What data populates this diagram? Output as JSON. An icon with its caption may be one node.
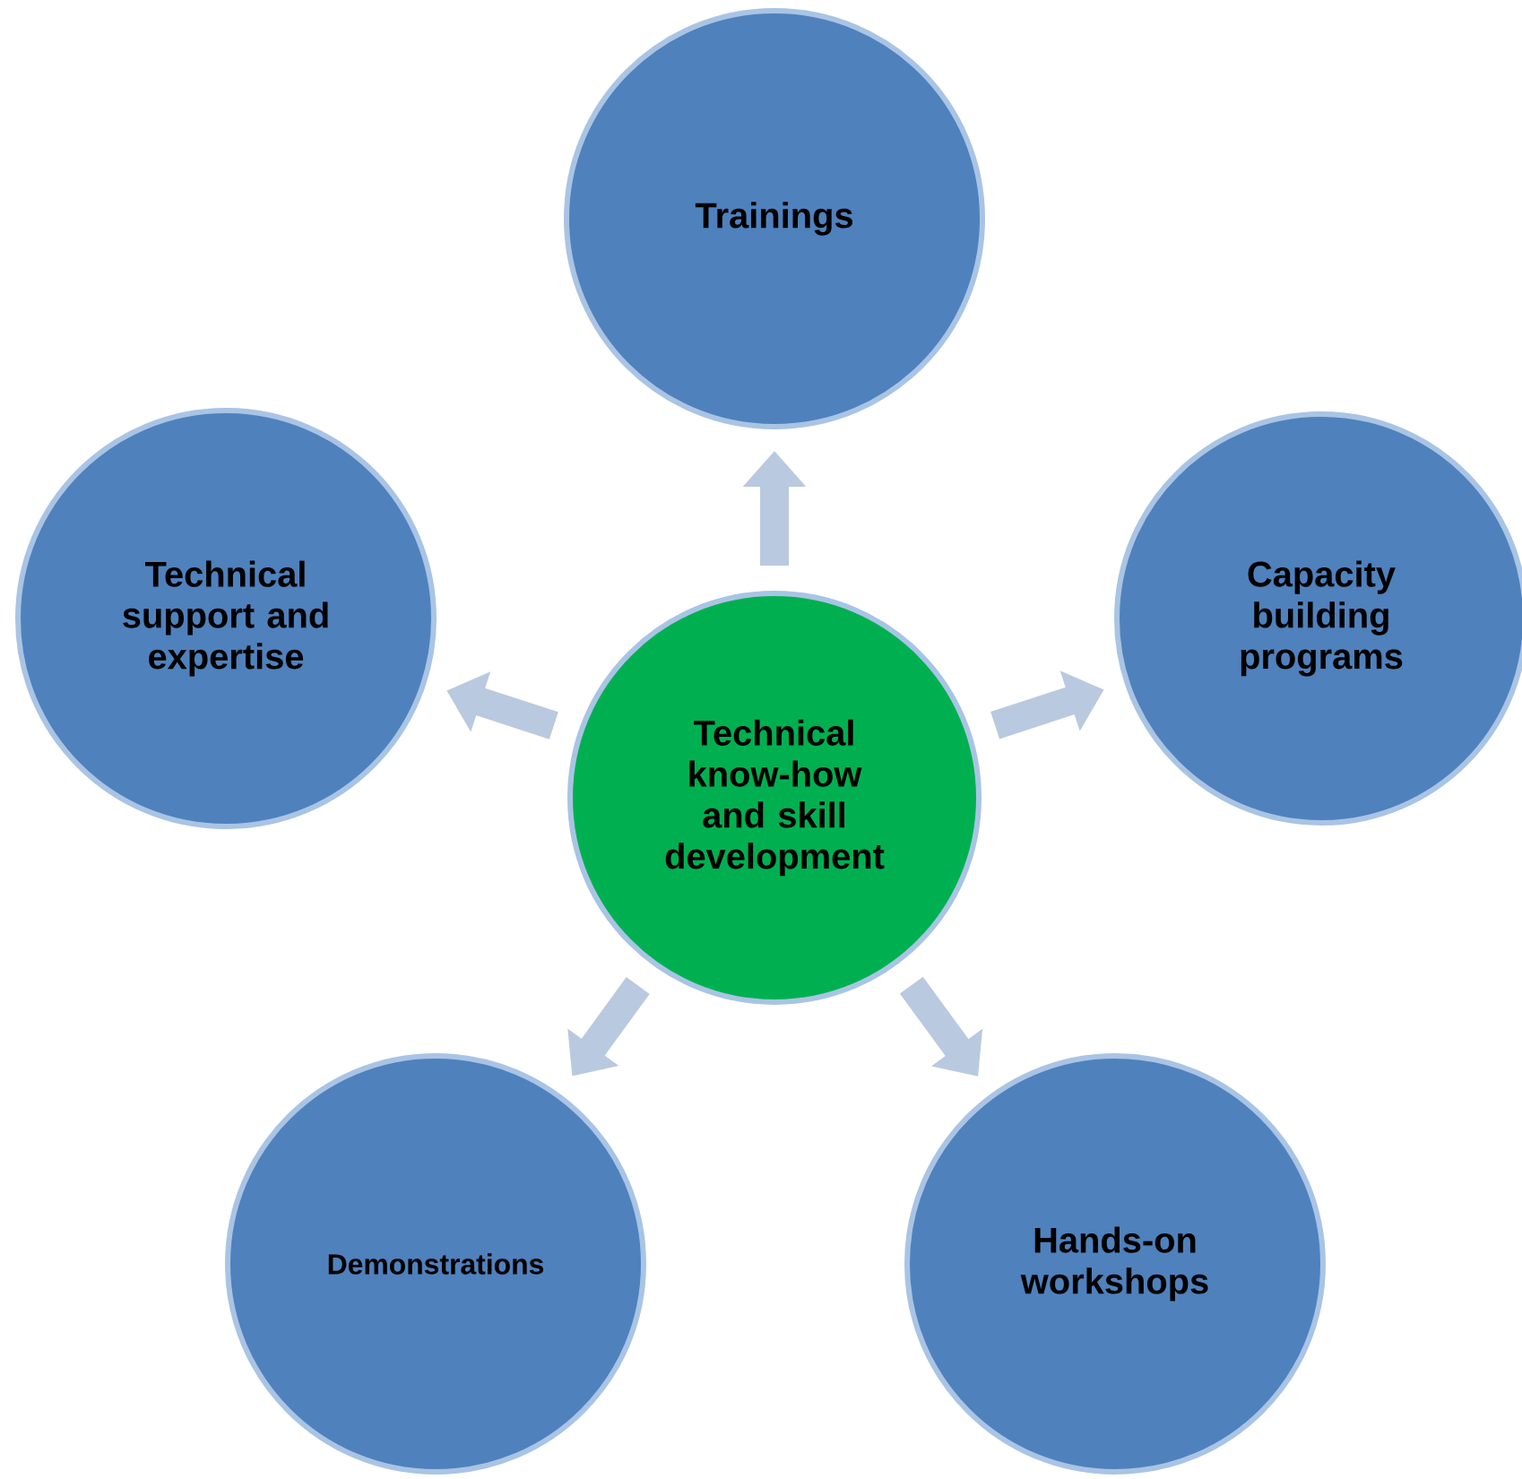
{
  "diagram": {
    "nodes": [
      {
        "text": [
          "Trainings"
        ]
      },
      {
        "text": [
          "Technical support and expertise"
        ]
      },
      {
        "text": [
          "Capacity building programs"
        ]
      },
      {
        "text": [
          "Technical know-how and skill development"
        ]
      },
      {
        "text": [
          "Demonstrations"
        ]
      },
      {
        "text": [
          "Hands-on workshops"
        ]
      }
    ],
    "edges": [
      {
        "from": 3,
        "to": 0,
        "arrow": "to"
      },
      {
        "from": 3,
        "to": 1,
        "arrow": "to"
      },
      {
        "from": 3,
        "to": 2,
        "arrow": "to"
      },
      {
        "from": 3,
        "to": 4,
        "arrow": "to"
      },
      {
        "from": 3,
        "to": 5,
        "arrow": "to"
      }
    ]
  }
}
